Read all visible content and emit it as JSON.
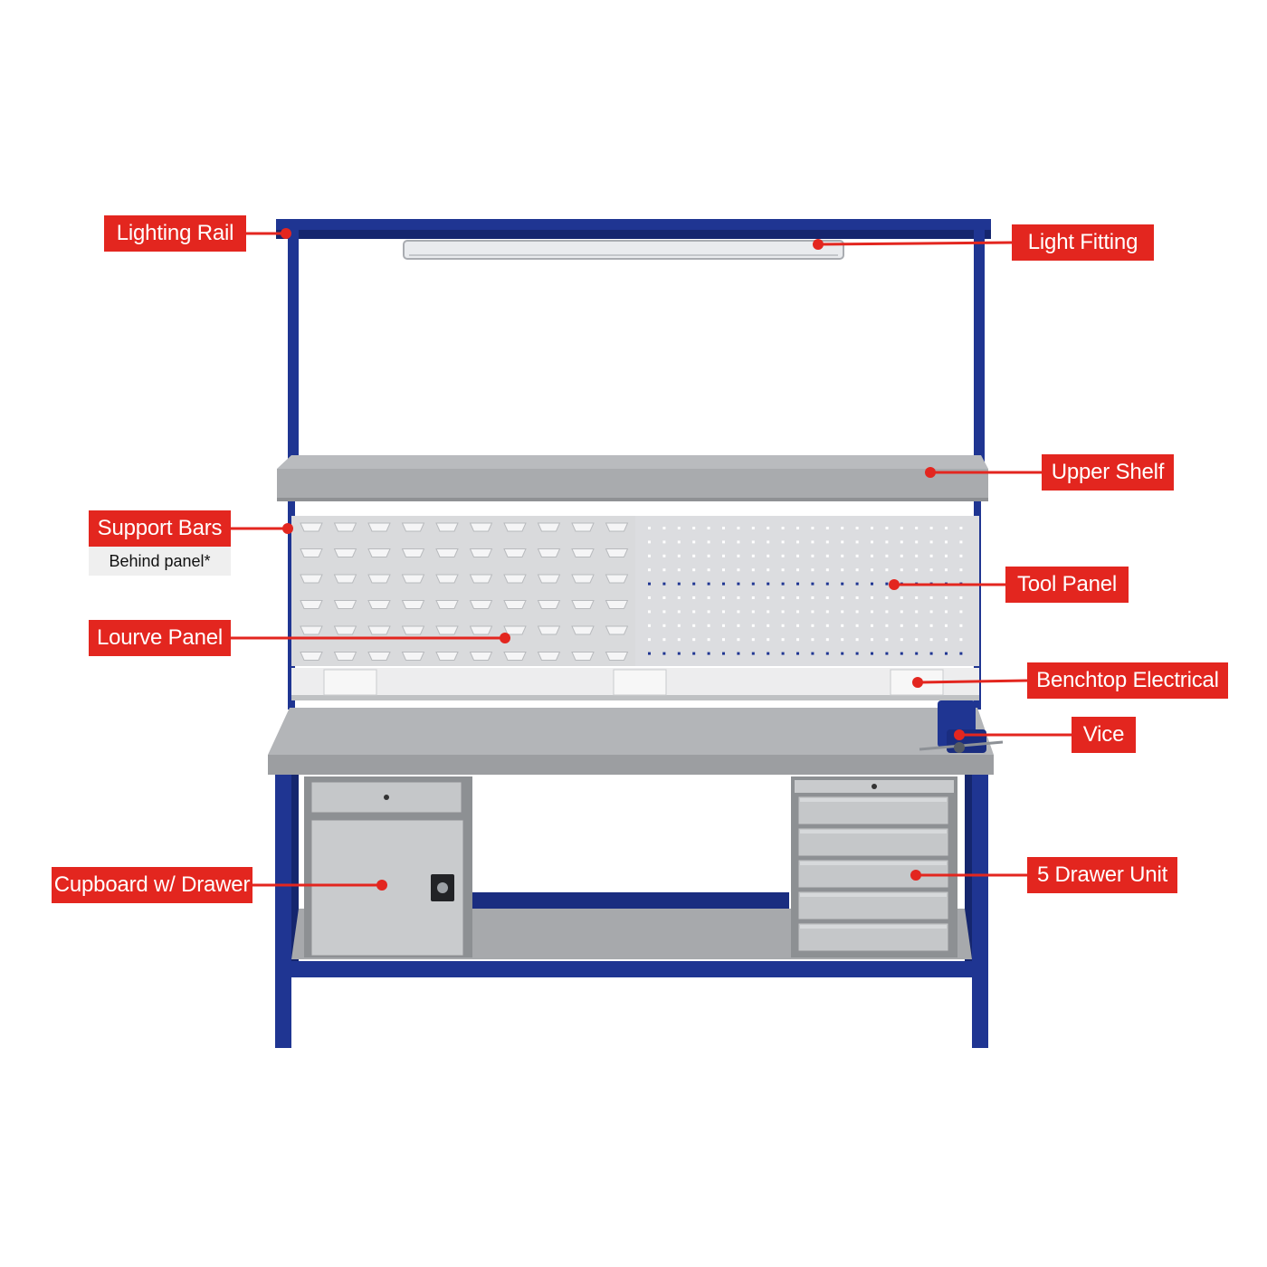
{
  "colors": {
    "frame": "#1f3592",
    "frame_dark": "#15266e",
    "steel": "#a9abae",
    "steel_light": "#c7c9cb",
    "panel": "#dcdddf",
    "callout": "#e3261f",
    "note_bg": "#efefef"
  },
  "callouts": {
    "lighting_rail": "Lighting Rail",
    "light_fitting": "Light Fitting",
    "upper_shelf": "Upper Shelf",
    "support_bars": "Support Bars",
    "support_bars_note": "Behind panel*",
    "tool_panel": "Tool Panel",
    "lourve_panel": "Lourve Panel",
    "benchtop_electrical": "Benchtop Electrical",
    "vice": "Vice",
    "cupboard": "Cupboard w/ Drawer",
    "drawer_unit": "5 Drawer Unit"
  }
}
